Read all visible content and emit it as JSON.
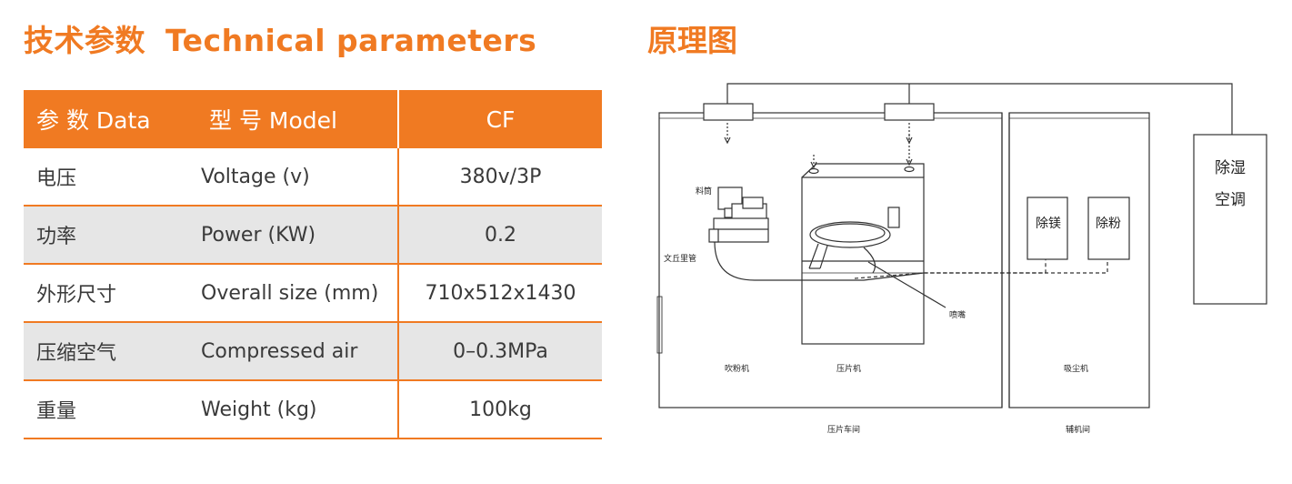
{
  "header": {
    "title_cn": "技术参数",
    "title_en": "Technical parameters",
    "diagram_title": "原理图"
  },
  "table": {
    "head": {
      "param": "参 数 Data",
      "model": "型 号 Model",
      "value": "CF"
    },
    "rows": [
      {
        "cn": "电压",
        "en": "Voltage (v)",
        "value": "380v/3P"
      },
      {
        "cn": "功率",
        "en": "Power (KW)",
        "value": "0.2"
      },
      {
        "cn": "外形尺寸",
        "en": "Overall size (mm)",
        "value": "710x512x1430"
      },
      {
        "cn": "压缩空气",
        "en": "Compressed air",
        "value": "0–0.3MPa"
      },
      {
        "cn": "重量",
        "en": "Weight (kg)",
        "value": "100kg"
      }
    ]
  },
  "diagram": {
    "labels": {
      "hopper": "料筒",
      "venturi": "文丘里管",
      "nozzle": "喷嘴",
      "blower": "吹粉机",
      "press": "压片机",
      "dust_collector": "吸尘机",
      "press_room": "压片车间",
      "aux_room": "辅机间",
      "demagnetize": "除镁",
      "depowder": "除粉",
      "dehumid_line1": "除湿",
      "dehumid_line2": "空调"
    }
  }
}
